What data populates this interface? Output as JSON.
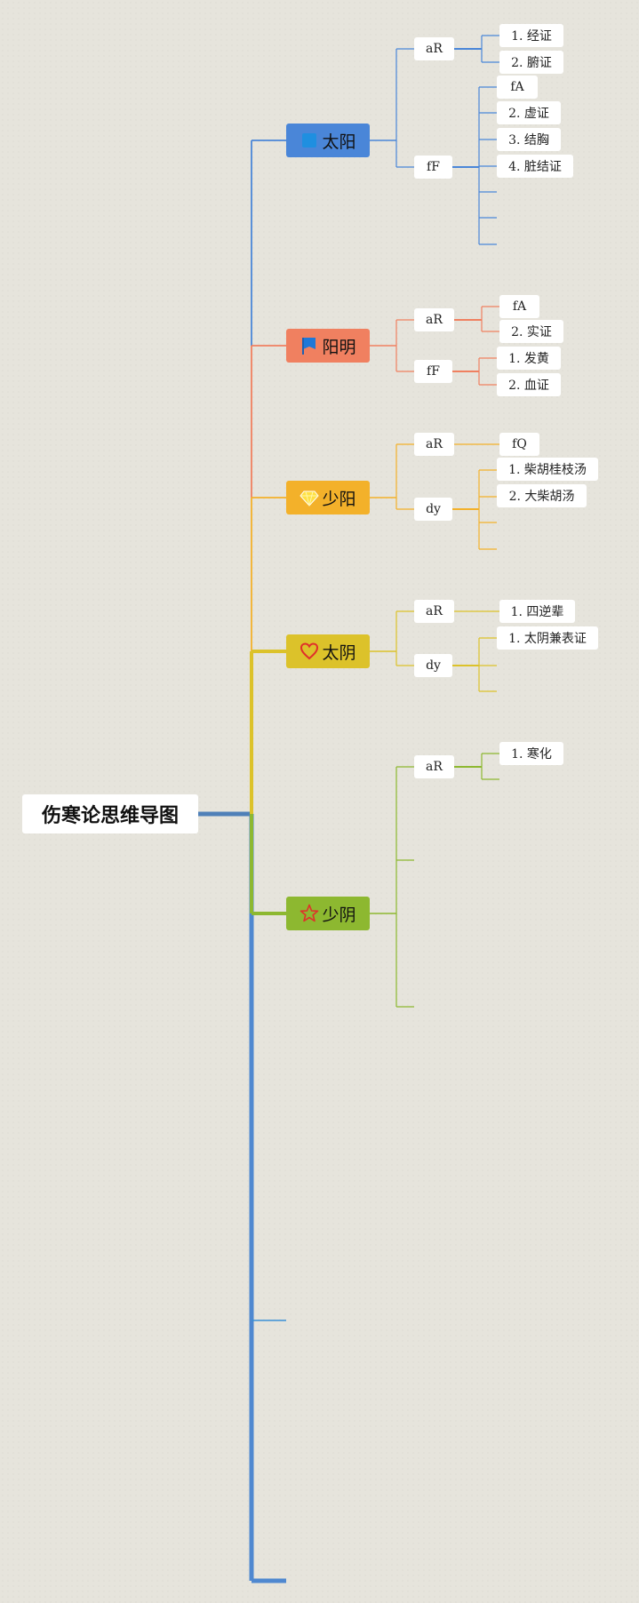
{
  "root": {
    "title": "伤寒论思维导图"
  },
  "topics": [
    {
      "label": "太阳",
      "color": "#4a86d8",
      "icon": "blue-square-icon",
      "subs": [
        {
          "label": "aR",
          "leaves": [
            "1. 经证",
            "2. 腑证"
          ]
        },
        {
          "label": "fF",
          "leaves": [
            "fA",
            "2. 虚证",
            "3. 结胸",
            "4. 脏结证"
          ]
        }
      ]
    },
    {
      "label": "阳明",
      "color": "#f08060",
      "icon": "blue-flag-icon",
      "subs": [
        {
          "label": "aR",
          "leaves": [
            "fA",
            "2. 实证"
          ]
        },
        {
          "label": "fF",
          "leaves": [
            "1. 发黄",
            "2. 血证"
          ]
        }
      ]
    },
    {
      "label": "少阳",
      "color": "#f3b12a",
      "icon": "gem-icon",
      "subs": [
        {
          "label": "aR",
          "leaves": [
            "fQ"
          ]
        },
        {
          "label": "dy",
          "leaves": [
            "1. 柴胡桂枝汤",
            "2. 大柴胡汤"
          ]
        }
      ]
    },
    {
      "label": "太阴",
      "color": "#dcc22a",
      "icon": "heart-icon",
      "subs": [
        {
          "label": "aR",
          "leaves": [
            "1. 四逆辈"
          ]
        },
        {
          "label": "dy",
          "leaves": [
            "1. 太阴兼表证"
          ]
        }
      ]
    },
    {
      "label": "少阴",
      "color": "#8db830",
      "icon": "star-icon",
      "subs": [
        {
          "label": "aR",
          "leaves": [
            "1. 寒化"
          ]
        }
      ]
    }
  ]
}
